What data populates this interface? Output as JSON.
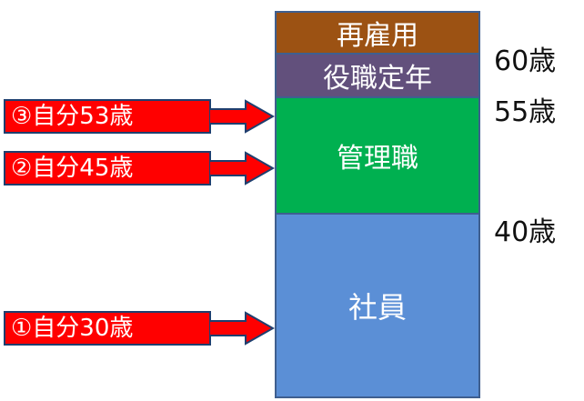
{
  "segments": {
    "rehire": "再雇用",
    "yakushoku_teinen": "役職定年",
    "kanrishoku": "管理職",
    "shain": "社員"
  },
  "ages": {
    "a60": "60歳",
    "a55": "55歳",
    "a40": "40歳"
  },
  "callouts": {
    "c3": "③自分53歳",
    "c2": "②自分45歳",
    "c1": "①自分30歳"
  },
  "colors": {
    "rehire": "#9c5213",
    "yakushoku_teinen": "#62507c",
    "kanrishoku": "#00b050",
    "shain": "#5b8fd6",
    "callout": "#ff0000"
  }
}
